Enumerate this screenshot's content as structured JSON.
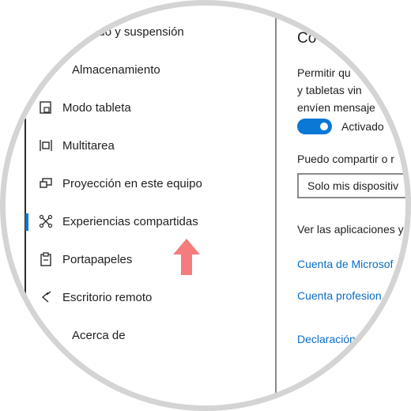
{
  "sidebar": {
    "items": [
      {
        "label": "pagado y suspensión",
        "icon": "power-icon"
      },
      {
        "label": "Almacenamiento",
        "icon": ""
      },
      {
        "label": "Modo tableta",
        "icon": "tablet-mode-icon"
      },
      {
        "label": "Multitarea",
        "icon": "multitask-icon"
      },
      {
        "label": "Proyección en este equipo",
        "icon": "projection-icon"
      },
      {
        "label": "Experiencias compartidas",
        "icon": "shared-experiences-icon"
      },
      {
        "label": "Portapapeles",
        "icon": "clipboard-icon"
      },
      {
        "label": "Escritorio remoto",
        "icon": "remote-desktop-icon"
      },
      {
        "label": "Acerca de",
        "icon": ""
      }
    ],
    "selected_index": 5
  },
  "content": {
    "title": "Co",
    "desc_line1": "Permitir qu",
    "desc_line2": "y tabletas vin",
    "desc_line3": "envíen mensaje",
    "toggle_label": "Activado",
    "toggle_on": true,
    "share_label": "Puedo compartir o r",
    "share_select": "Solo mis dispositiv",
    "apps_text": "Ver las aplicaciones y",
    "link_ms_account": "Cuenta de Microsof",
    "link_work_account": "Cuenta profesion",
    "link_declaration": "Declaración"
  },
  "colors": {
    "accent": "#0a78d4",
    "link": "#0a6cc4",
    "arrow": "#f47c7c",
    "ring": "#d4d4d4"
  },
  "annotation": {
    "icon": "up-arrow-icon"
  }
}
